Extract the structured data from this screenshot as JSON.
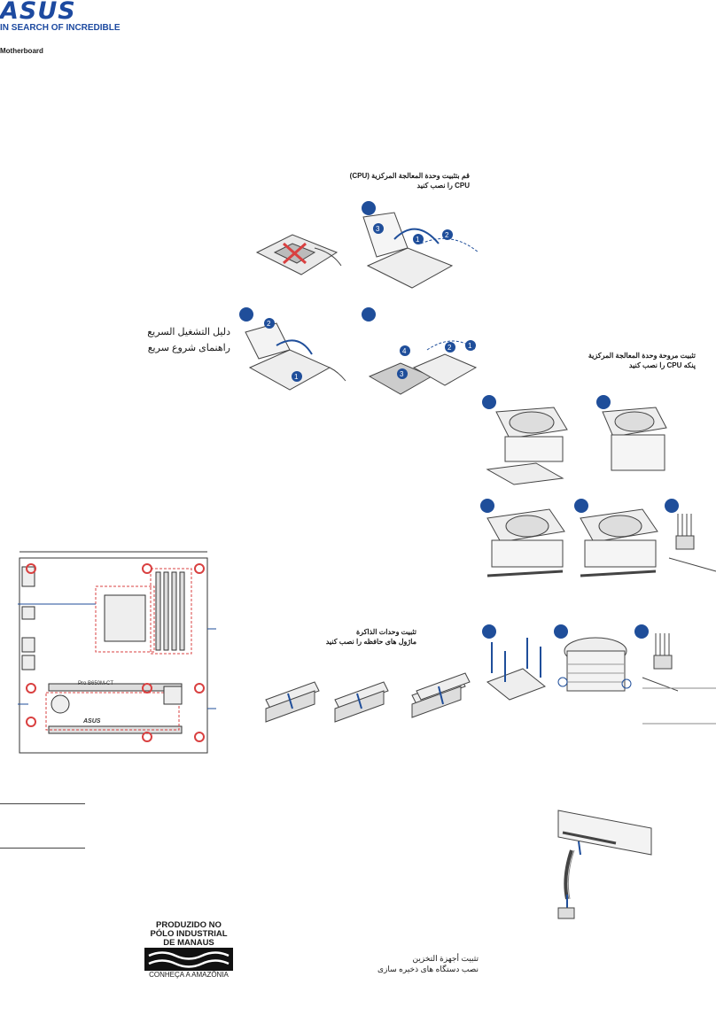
{
  "brand": {
    "logo_text": "ASUS",
    "tagline": "IN SEARCH OF INCREDIBLE"
  },
  "doc": {
    "product_type": "Motherboard"
  },
  "quick_guide": {
    "arabic": "دليل التشغيل السريع",
    "persian": "راهنمای شروع سریع"
  },
  "cpu_section": {
    "title_line1": "قم بتثبيت وحدة المعالجة المركزية (CPU)",
    "title_line2": "CPU را نصب کنید"
  },
  "cooler_section": {
    "title_line1": "تثبيت مروحة وحدة المعالجة المركزية",
    "title_line2": "پنکه CPU را نصب کنید"
  },
  "memory_section": {
    "title_line1": "تثبيت وحدات الذاكرة",
    "title_line2": "ماژول های حافظه را نصب کنید"
  },
  "storage_section": {
    "title_line1": "تثبيت أجهزة التخزين",
    "title_line2": "نصب دستگاه های ذخیره سازی"
  },
  "board": {
    "model_label": "Pro B650M-CT",
    "brand_label": "ASUS"
  },
  "steps": [
    "1",
    "2",
    "3",
    "4"
  ],
  "manaus": {
    "line1": "PRODUZIDO NO",
    "line2": "PÓLO INDUSTRIAL",
    "line3": "DE MANAUS",
    "subtitle": "CONHEÇA A AMAZÔNIA"
  },
  "colors": {
    "accent": "#1f4e9a",
    "marker": "#d94040"
  }
}
